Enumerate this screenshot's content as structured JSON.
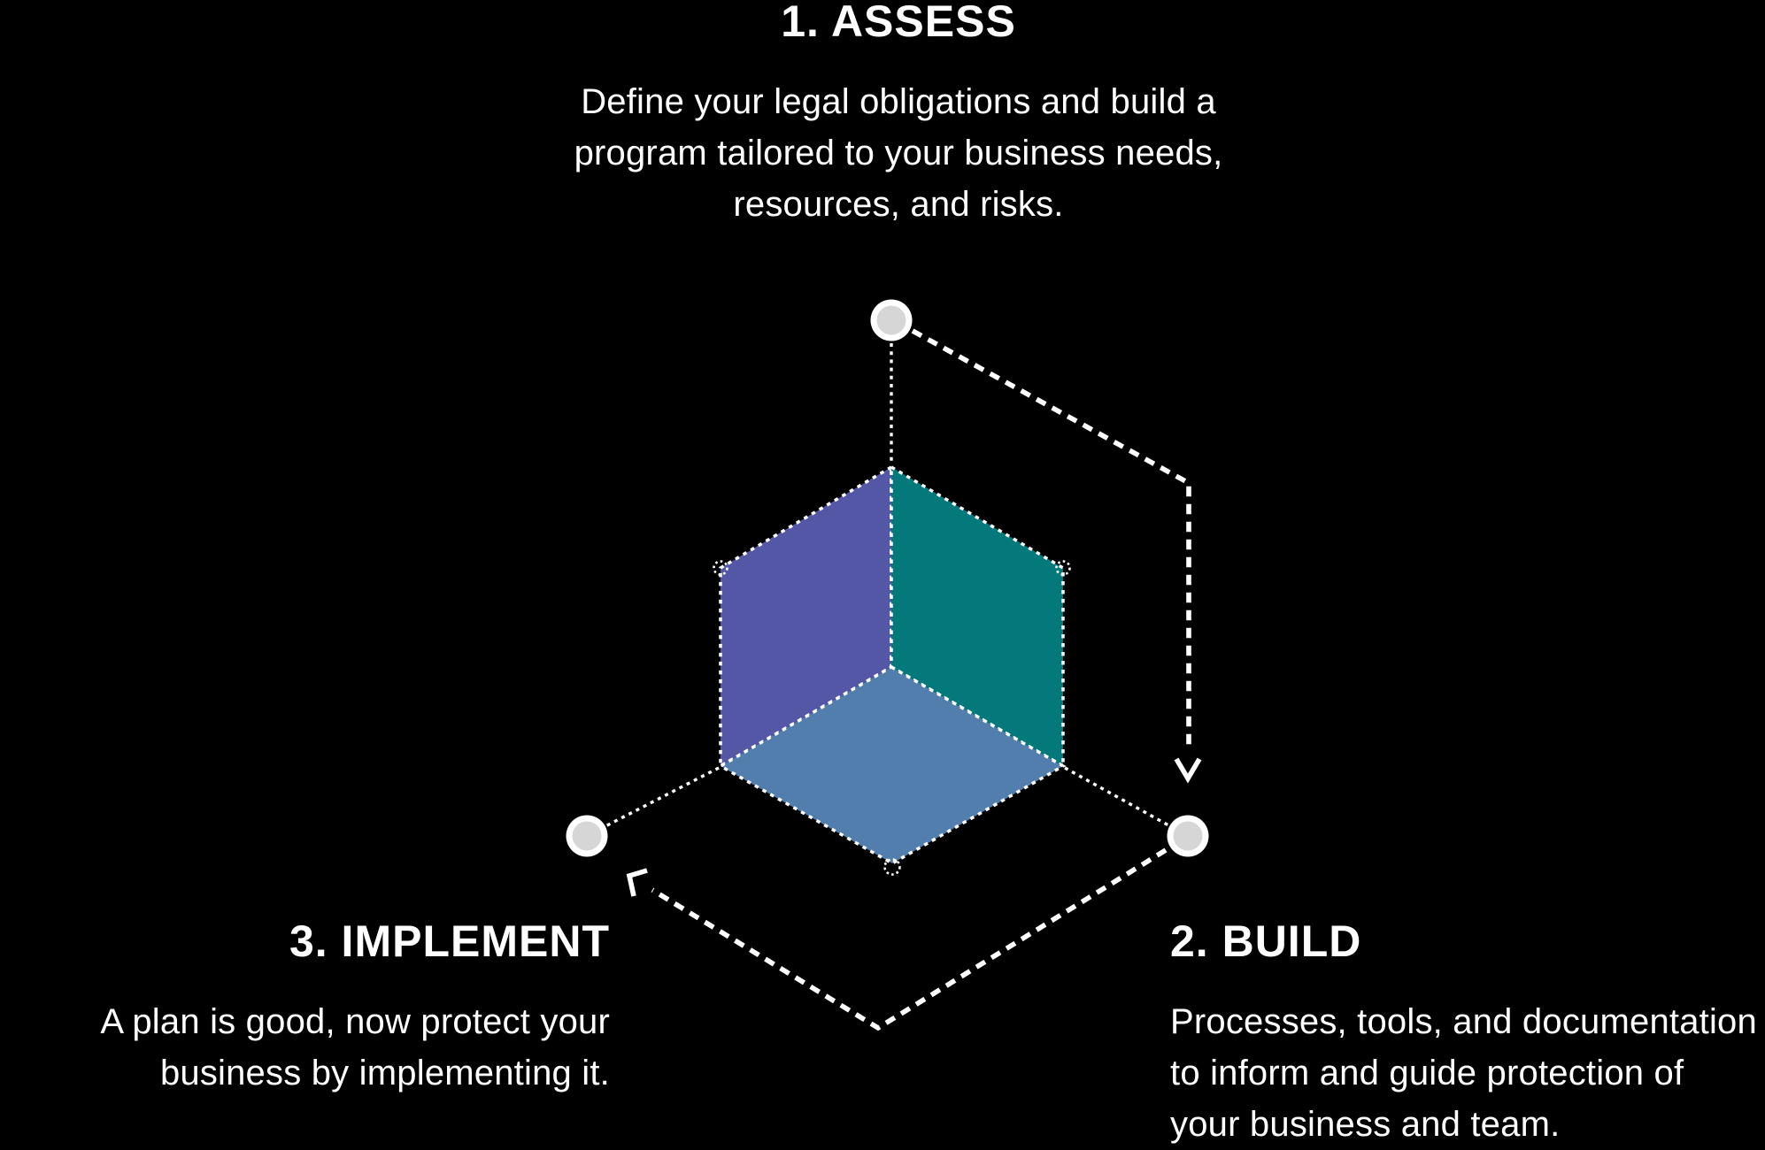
{
  "diagram": {
    "background_color": "#000000",
    "text_color": "#ffffff",
    "line_color": "#ffffff",
    "node_ring_color": "#ffffff",
    "node_fill_color": "#d6d6d6",
    "cube": {
      "left_face_color": "#5456a6",
      "right_face_color": "#03797c",
      "bottom_face_color": "#527ead"
    },
    "steps": [
      {
        "title": "1. ASSESS",
        "lines": [
          "Define your legal obligations and build a",
          "program tailored to your business needs,",
          "resources, and risks."
        ]
      },
      {
        "title": "2. BUILD",
        "lines": [
          "Processes, tools, and documentation",
          "to inform and guide protection of",
          "your business and team."
        ]
      },
      {
        "title": "3. IMPLEMENT",
        "lines": [
          "A plan is good, now protect your",
          "business by implementing it."
        ]
      }
    ]
  }
}
